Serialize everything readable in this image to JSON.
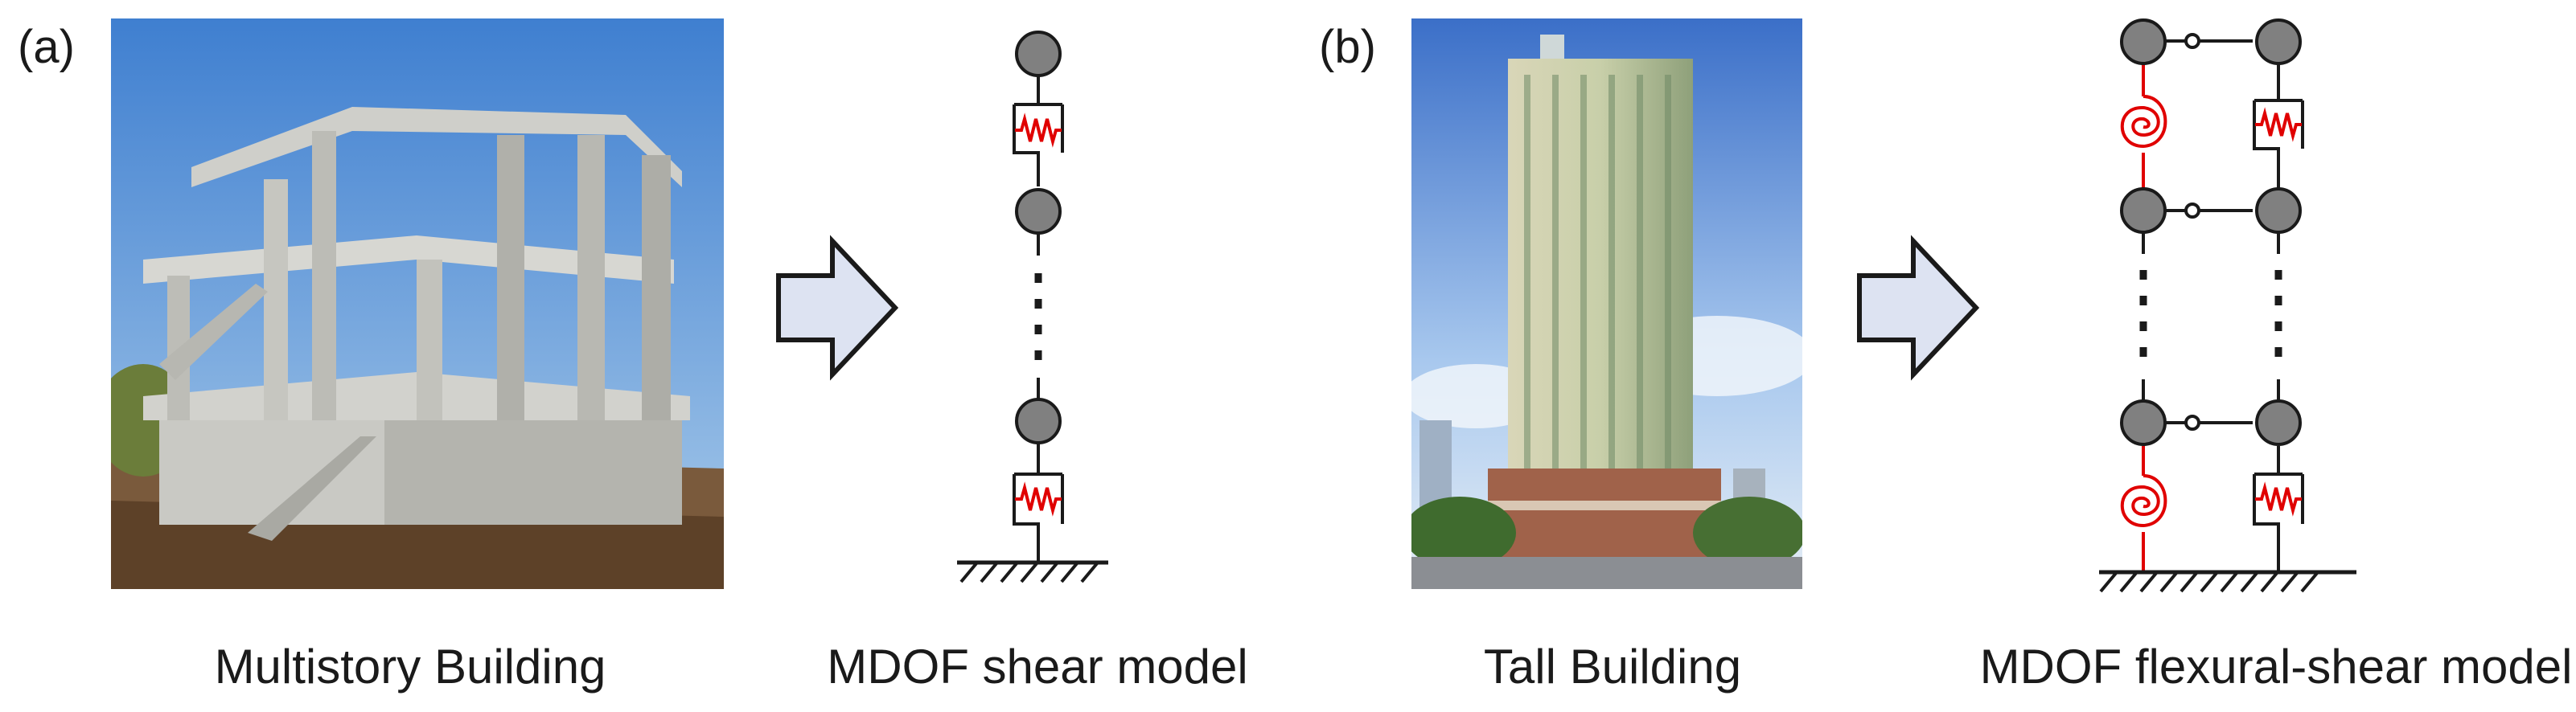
{
  "panels": [
    {
      "label": "(a)",
      "photo_caption": "Multistory Building",
      "model_caption": "MDOF shear model"
    },
    {
      "label": "(b)",
      "photo_caption": "Tall Building",
      "model_caption": "MDOF flexural-shear model"
    }
  ],
  "colors": {
    "mass": "#808080",
    "spring": "#e00000",
    "arrow_fill": "#dde3f2",
    "line": "#1a1a1a"
  },
  "icons": {
    "arrow": "right-arrow-icon",
    "mass": "lumped-mass-icon",
    "shear_spring": "shear-spring-icon",
    "rotational_spring": "rotational-spring-icon",
    "ground": "ground-support-icon"
  }
}
